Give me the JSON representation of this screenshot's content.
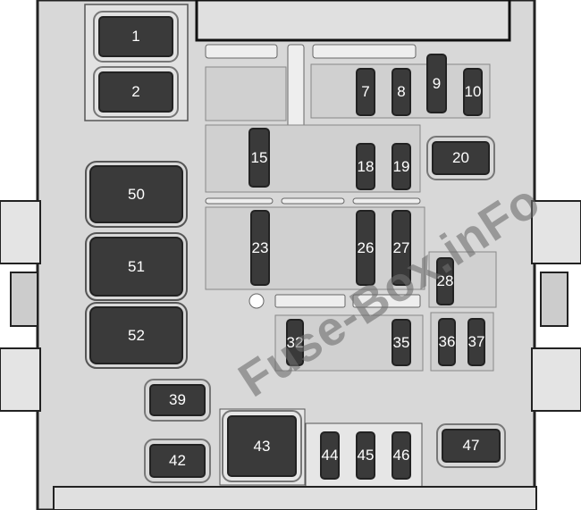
{
  "diagram": {
    "fuses": [
      {
        "id": "1",
        "kind": "relay"
      },
      {
        "id": "2",
        "kind": "relay"
      },
      {
        "id": "50",
        "kind": "big"
      },
      {
        "id": "51",
        "kind": "big"
      },
      {
        "id": "52",
        "kind": "big"
      },
      {
        "id": "7",
        "kind": "mini"
      },
      {
        "id": "8",
        "kind": "mini"
      },
      {
        "id": "9",
        "kind": "mini"
      },
      {
        "id": "10",
        "kind": "mini"
      },
      {
        "id": "15",
        "kind": "mini"
      },
      {
        "id": "18",
        "kind": "mini"
      },
      {
        "id": "19",
        "kind": "mini"
      },
      {
        "id": "20",
        "kind": "relay"
      },
      {
        "id": "23",
        "kind": "mini"
      },
      {
        "id": "26",
        "kind": "mini"
      },
      {
        "id": "27",
        "kind": "mini"
      },
      {
        "id": "28",
        "kind": "mini"
      },
      {
        "id": "32",
        "kind": "mini"
      },
      {
        "id": "35",
        "kind": "mini"
      },
      {
        "id": "36",
        "kind": "mini"
      },
      {
        "id": "37",
        "kind": "mini"
      },
      {
        "id": "39",
        "kind": "relay"
      },
      {
        "id": "42",
        "kind": "relay"
      },
      {
        "id": "43",
        "kind": "relay"
      },
      {
        "id": "44",
        "kind": "mini"
      },
      {
        "id": "45",
        "kind": "mini"
      },
      {
        "id": "46",
        "kind": "mini"
      },
      {
        "id": "47",
        "kind": "relay"
      }
    ],
    "colors": {
      "housing": "#d6d6d6",
      "fuse": "#3a3a3a",
      "outline": "#222222"
    }
  },
  "watermark": "Fuse-Box.inFo"
}
